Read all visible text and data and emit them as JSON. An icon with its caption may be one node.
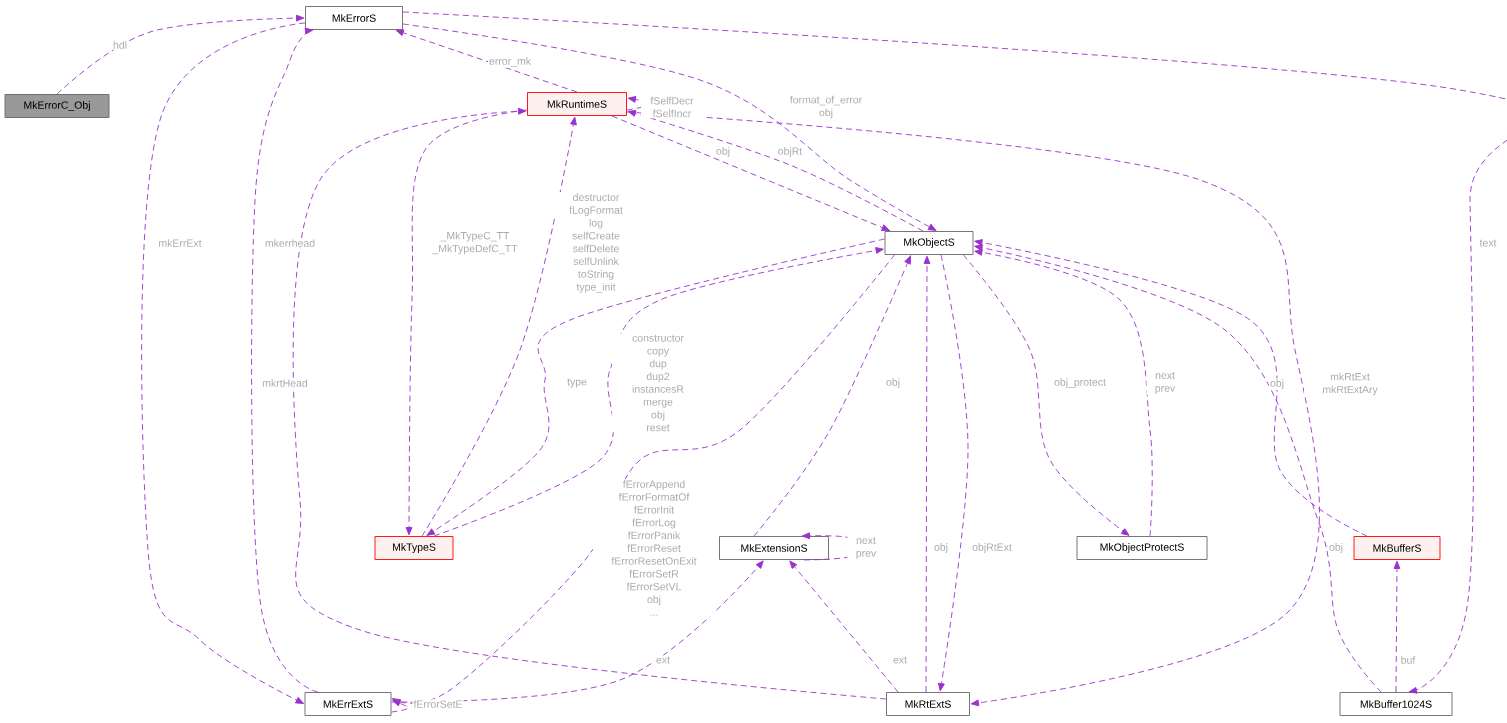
{
  "diagram": {
    "nodes": [
      {
        "text": [
          "MkErrorC_Obj"
        ]
      },
      {
        "text": [
          "MkErrorS"
        ]
      },
      {
        "text": [
          "MkRuntimeS"
        ]
      },
      {
        "text": [
          "MkObjectS"
        ]
      },
      {
        "text": [
          "MkTypeS"
        ]
      },
      {
        "text": [
          "MkExtensionS"
        ]
      },
      {
        "text": [
          "MkObjectProtectS"
        ]
      },
      {
        "text": [
          "MkBufferS"
        ]
      },
      {
        "text": [
          "MkErrExtS"
        ]
      },
      {
        "text": [
          "MkRtExtS"
        ]
      },
      {
        "text": [
          "MkBuffer1024S"
        ]
      }
    ],
    "edges": [
      {
        "from": 0,
        "to": 1,
        "arrow": "to",
        "label": "hdl",
        "style": "dashed"
      },
      {
        "from": 2,
        "to": 1,
        "arrow": "to",
        "label": "error_mk",
        "style": "dashed"
      },
      {
        "from": 2,
        "to": 2,
        "arrow": "to",
        "label": "fSelfDecr fSelfIncr",
        "style": "dashed"
      },
      {
        "from": 1,
        "to": 3,
        "arrow": "to",
        "label": "format_of_error obj",
        "style": "dashed"
      },
      {
        "from": 2,
        "to": 3,
        "arrow": "to",
        "label": "obj",
        "style": "dashed"
      },
      {
        "from": 3,
        "to": 2,
        "arrow": "to",
        "label": "objRt",
        "style": "dashed"
      },
      {
        "from": 1,
        "to": 10,
        "arrow": "to",
        "label": "text",
        "style": "dashed"
      },
      {
        "from": 1,
        "to": 8,
        "arrow": "to",
        "label": "mkErrExt",
        "style": "dashed"
      },
      {
        "from": 8,
        "to": 1,
        "arrow": "to",
        "label": "mkerrhead",
        "style": "dashed"
      },
      {
        "from": 2,
        "to": 4,
        "arrow": "to",
        "label": "_MkTypeC_TT _MkTypeDefC_TT",
        "style": "dashed"
      },
      {
        "from": 4,
        "to": 2,
        "arrow": "to",
        "label": "destructor fLogFormat log selfCreate selfDelete selfUnlink toString type_init",
        "style": "dashed"
      },
      {
        "from": 3,
        "to": 4,
        "arrow": "to",
        "label": "type",
        "style": "dashed"
      },
      {
        "from": 4,
        "to": 3,
        "arrow": "to",
        "label": "constructor copy dup dup2 instancesR merge obj reset",
        "style": "dashed"
      },
      {
        "from": 3,
        "to": 8,
        "arrow": "to",
        "label": "fErrorAppend fErrorFormatOf fErrorInit fErrorLog fErrorPanik fErrorReset fErrorResetOnExit fErrorSetR fErrorSetVL obj ...",
        "style": "dashed"
      },
      {
        "from": 5,
        "to": 3,
        "arrow": "to",
        "label": "obj",
        "style": "dashed"
      },
      {
        "from": 5,
        "to": 5,
        "arrow": "to",
        "label": "next prev",
        "style": "dashed"
      },
      {
        "from": 8,
        "to": 5,
        "arrow": "to",
        "label": "ext",
        "style": "dashed"
      },
      {
        "from": 8,
        "to": 8,
        "arrow": "to",
        "label": "fErrorSetE",
        "style": "dashed"
      },
      {
        "from": 9,
        "to": 2,
        "arrow": "to",
        "label": "mkrtHead",
        "style": "dashed"
      },
      {
        "from": 9,
        "to": 5,
        "arrow": "to",
        "label": "ext",
        "style": "dashed"
      },
      {
        "from": 9,
        "to": 3,
        "arrow": "to",
        "label": "obj",
        "style": "dashed"
      },
      {
        "from": 3,
        "to": 9,
        "arrow": "to",
        "label": "objRtExt",
        "style": "dashed"
      },
      {
        "from": 2,
        "to": 9,
        "arrow": "to",
        "label": "mkRtExt mkRtExtAry",
        "style": "dashed"
      },
      {
        "from": 3,
        "to": 6,
        "arrow": "to",
        "label": "obj_protect",
        "style": "dashed"
      },
      {
        "from": 6,
        "to": 3,
        "arrow": "to",
        "label": "next prev",
        "style": "dashed"
      },
      {
        "from": 7,
        "to": 3,
        "arrow": "to",
        "label": "obj",
        "style": "dashed"
      },
      {
        "from": 10,
        "to": 3,
        "arrow": "to",
        "label": "obj",
        "style": "dashed"
      },
      {
        "from": 10,
        "to": 7,
        "arrow": "to",
        "label": "buf",
        "style": "dashed"
      }
    ]
  }
}
